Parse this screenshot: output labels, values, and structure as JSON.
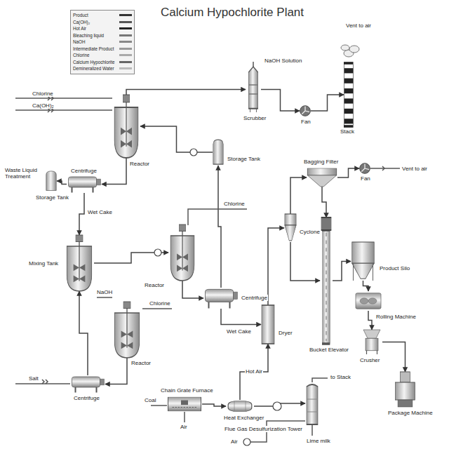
{
  "diagram": {
    "title": "Calcium Hypochlorite Plant",
    "nodes": [
      {
        "text": [
          "Reactor"
        ]
      },
      {
        "text": [
          "Centrifuge"
        ]
      },
      {
        "text": [
          "Storage Tank"
        ]
      },
      {
        "text": [
          "Mixing Tank"
        ]
      },
      {
        "text": [
          "Reactor"
        ]
      },
      {
        "text": [
          "Storage Tank"
        ]
      },
      {
        "text": [
          "Centrifuge"
        ]
      },
      {
        "text": [
          "Reactor"
        ]
      },
      {
        "text": [
          "Centrifuge"
        ]
      },
      {
        "text": [
          "Scrubber"
        ]
      },
      {
        "text": [
          "Fan"
        ]
      },
      {
        "text": [
          "Stack"
        ]
      },
      {
        "text": [
          "Bagging Filter"
        ]
      },
      {
        "text": [
          "Fan"
        ]
      },
      {
        "text": [
          "Cyclone"
        ]
      },
      {
        "text": [
          "Dryer"
        ]
      },
      {
        "text": [
          "Bucket Elevator"
        ]
      },
      {
        "text": [
          "Product Silo"
        ]
      },
      {
        "text": [
          "Rolling Machine"
        ]
      },
      {
        "text": [
          "Crusher"
        ]
      },
      {
        "text": [
          "Package Machine"
        ]
      },
      {
        "text": [
          "Chain Grate Furnace"
        ]
      },
      {
        "text": [
          "Heat Exchanger"
        ]
      },
      {
        "text": [
          "Flue Gas Desulfurization Tower"
        ]
      }
    ],
    "edges": [
      {
        "from": 0,
        "to": 1,
        "arrow": "to"
      },
      {
        "from": 1,
        "to": 2,
        "arrow": "to"
      },
      {
        "from": 1,
        "to": 3,
        "arrow": "to"
      },
      {
        "from": 0,
        "to": 9,
        "arrow": "to"
      },
      {
        "from": 9,
        "to": 10,
        "arrow": "to"
      },
      {
        "from": 10,
        "to": 11,
        "arrow": "to"
      },
      {
        "from": 3,
        "to": 4,
        "arrow": "to"
      },
      {
        "from": 5,
        "to": 0,
        "arrow": "to"
      },
      {
        "from": 4,
        "to": 6,
        "arrow": "to"
      },
      {
        "from": 6,
        "to": 5,
        "arrow": "to"
      },
      {
        "from": 6,
        "to": 15,
        "arrow": "to"
      },
      {
        "from": 7,
        "to": 8,
        "arrow": "to"
      },
      {
        "from": 8,
        "to": 3,
        "arrow": "to"
      },
      {
        "from": 15,
        "to": 14,
        "arrow": "to"
      },
      {
        "from": 14,
        "to": 12,
        "arrow": "to"
      },
      {
        "from": 12,
        "to": 13,
        "arrow": "to"
      },
      {
        "from": 14,
        "to": 16,
        "arrow": "to"
      },
      {
        "from": 12,
        "to": 16,
        "arrow": "to"
      },
      {
        "from": 16,
        "to": 17,
        "arrow": "to"
      },
      {
        "from": 17,
        "to": 18,
        "arrow": "to"
      },
      {
        "from": 18,
        "to": 19,
        "arrow": "to"
      },
      {
        "from": 19,
        "to": 20,
        "arrow": "to"
      },
      {
        "from": 21,
        "to": 22,
        "arrow": "to"
      },
      {
        "from": 22,
        "to": 15,
        "label": "Hot Air",
        "arrow": "to"
      },
      {
        "from": 22,
        "to": 23,
        "arrow": "to"
      }
    ],
    "labels": [
      "Chlorine",
      "Ca(OH)₂",
      "Waste Liquid Treatment",
      "Wet Cake",
      "NaOH Solution",
      "Vent to air",
      "Vent to air",
      "Chlorine",
      "NaOH",
      "Chlorine",
      "Wet Cake",
      "Salt",
      "Coal",
      "Air",
      "to Stack",
      "Air",
      "Lime milk"
    ],
    "legend": [
      {
        "text": "Product",
        "color": "#333333"
      },
      {
        "text": "Ca(OH)₂",
        "color": "#555555"
      },
      {
        "text": "Hot Air",
        "color": "#222222"
      },
      {
        "text": "Bleaching liquid",
        "color": "#777777"
      },
      {
        "text": "NaOH",
        "color": "#888888"
      },
      {
        "text": "Intermediate Product",
        "color": "#999999"
      },
      {
        "text": "Chlorine",
        "color": "#aaaaaa"
      },
      {
        "text": "Calcium Hypochlorite",
        "color": "#666666"
      },
      {
        "text": "Demineralized Water",
        "color": "#bbbbbb"
      }
    ]
  }
}
